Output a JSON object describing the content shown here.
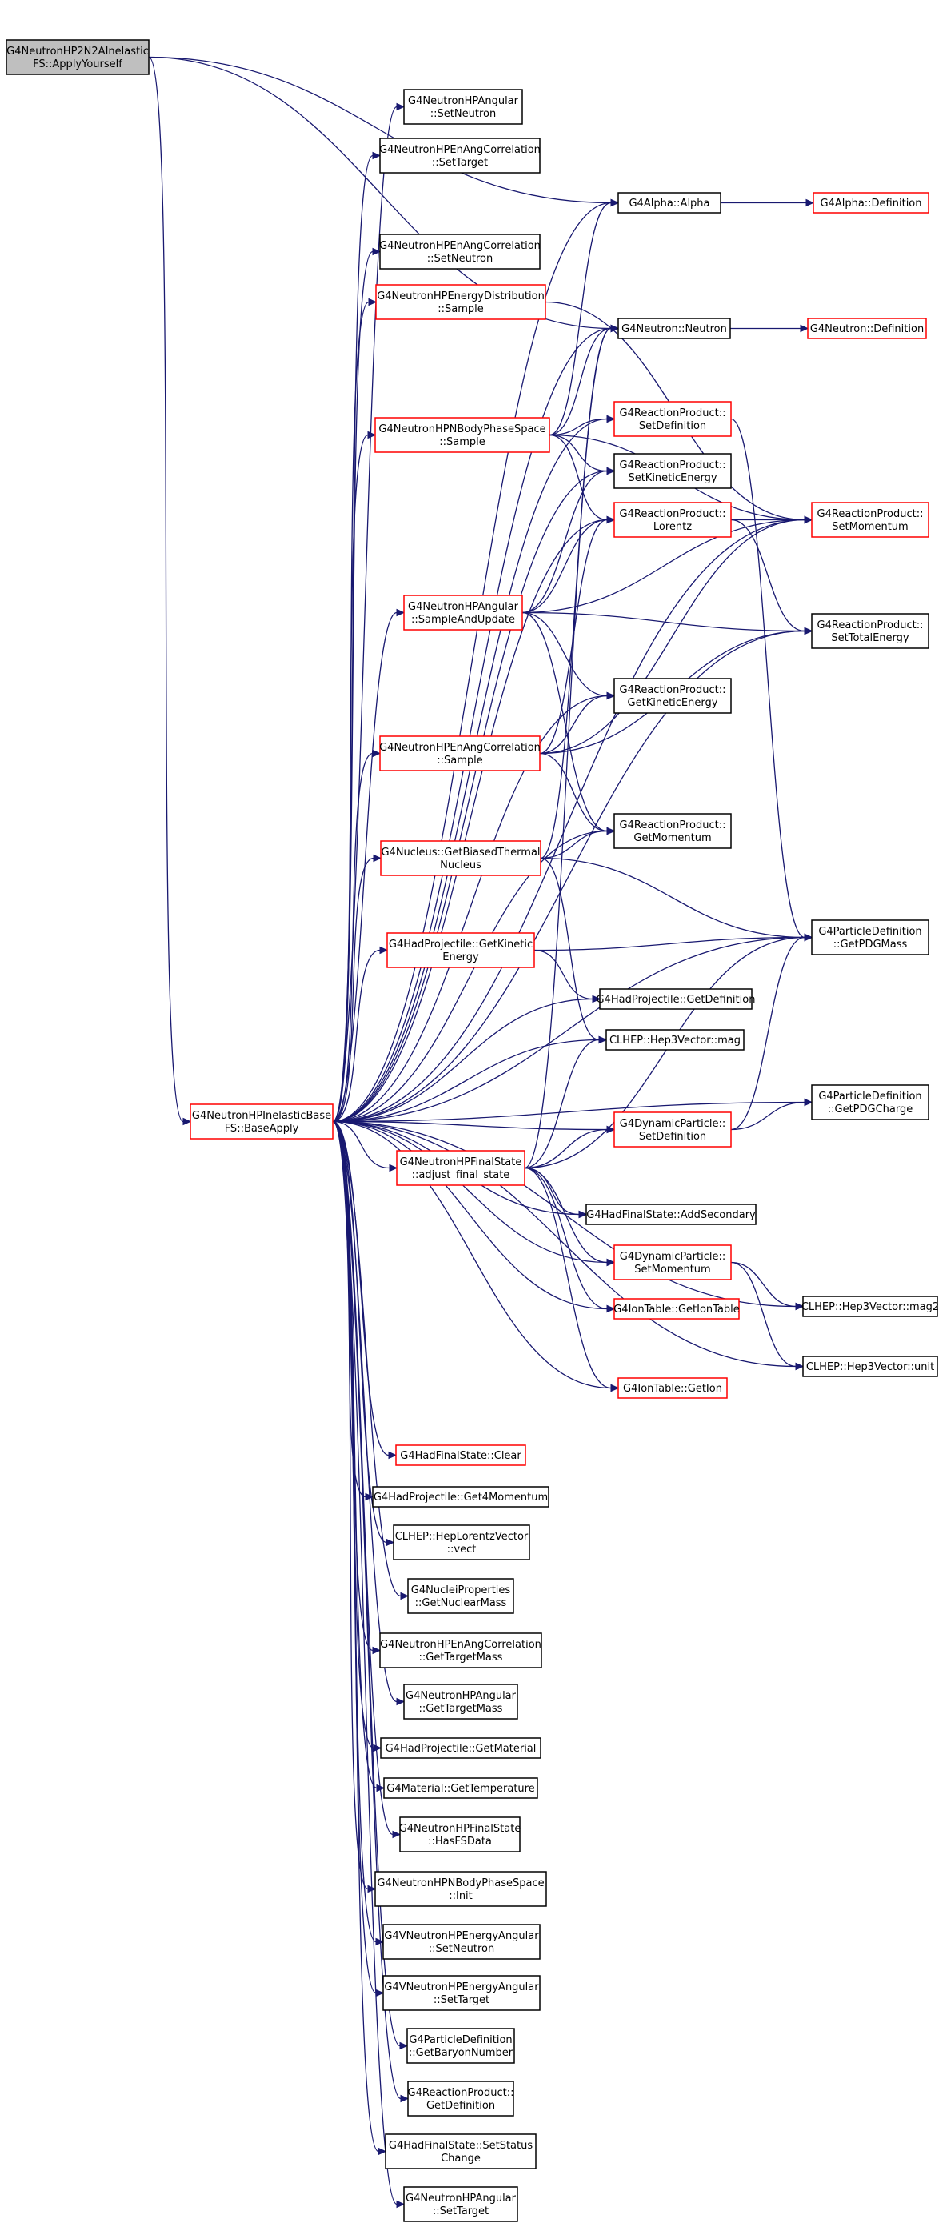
{
  "colors": {
    "edge": "#191970",
    "border_normal": "#000000",
    "border_linked": "#ff0000",
    "fill_root": "#bfbfbf",
    "fill_normal": "#ffffff"
  },
  "nodes": [
    {
      "id": "root",
      "lines": [
        "G4NeutronHP2N2AInelastic",
        "FS::ApplyYourself"
      ],
      "style": "root"
    },
    {
      "id": "base",
      "lines": [
        "G4NeutronHPInelasticBase",
        "FS::BaseApply"
      ],
      "style": "red"
    },
    {
      "id": "hpa_setneutron",
      "lines": [
        "G4NeutronHPAngular",
        "::SetNeutron"
      ],
      "style": "black"
    },
    {
      "id": "enang_settarget",
      "lines": [
        "G4NeutronHPEnAngCorrelation",
        "::SetTarget"
      ],
      "style": "black"
    },
    {
      "id": "alpha",
      "lines": [
        "G4Alpha::Alpha"
      ],
      "style": "black"
    },
    {
      "id": "alpha_def",
      "lines": [
        "G4Alpha::Definition"
      ],
      "style": "red"
    },
    {
      "id": "enang_setneutron",
      "lines": [
        "G4NeutronHPEnAngCorrelation",
        "::SetNeutron"
      ],
      "style": "black"
    },
    {
      "id": "energydist_sample",
      "lines": [
        "G4NeutronHPEnergyDistribution",
        "::Sample"
      ],
      "style": "red"
    },
    {
      "id": "neutron",
      "lines": [
        "G4Neutron::Neutron"
      ],
      "style": "black"
    },
    {
      "id": "neutron_def",
      "lines": [
        "G4Neutron::Definition"
      ],
      "style": "red"
    },
    {
      "id": "nbody_sample",
      "lines": [
        "G4NeutronHPNBodyPhaseSpace",
        "::Sample"
      ],
      "style": "red"
    },
    {
      "id": "rp_setdef",
      "lines": [
        "G4ReactionProduct::",
        "SetDefinition"
      ],
      "style": "red"
    },
    {
      "id": "rp_setkin",
      "lines": [
        "G4ReactionProduct::",
        "SetKineticEnergy"
      ],
      "style": "black"
    },
    {
      "id": "rp_lorentz",
      "lines": [
        "G4ReactionProduct::",
        "Lorentz"
      ],
      "style": "red"
    },
    {
      "id": "rp_setmom",
      "lines": [
        "G4ReactionProduct::",
        "SetMomentum"
      ],
      "style": "red"
    },
    {
      "id": "hpa_sampleupdate",
      "lines": [
        "G4NeutronHPAngular",
        "::SampleAndUpdate"
      ],
      "style": "red"
    },
    {
      "id": "rp_settotal",
      "lines": [
        "G4ReactionProduct::",
        "SetTotalEnergy"
      ],
      "style": "black"
    },
    {
      "id": "rp_getkin",
      "lines": [
        "G4ReactionProduct::",
        "GetKineticEnergy"
      ],
      "style": "black"
    },
    {
      "id": "enang_sample",
      "lines": [
        "G4NeutronHPEnAngCorrelation",
        "::Sample"
      ],
      "style": "red"
    },
    {
      "id": "rp_getmom",
      "lines": [
        "G4ReactionProduct::",
        "GetMomentum"
      ],
      "style": "black"
    },
    {
      "id": "nucleus",
      "lines": [
        "G4Nucleus::GetBiasedThermal",
        "Nucleus"
      ],
      "style": "red"
    },
    {
      "id": "pd_pdgmass",
      "lines": [
        "G4ParticleDefinition",
        "::GetPDGMass"
      ],
      "style": "black"
    },
    {
      "id": "hadproj_getkin",
      "lines": [
        "G4HadProjectile::GetKinetic",
        "Energy"
      ],
      "style": "red"
    },
    {
      "id": "hadproj_getdef",
      "lines": [
        "G4HadProjectile::GetDefinition"
      ],
      "style": "black"
    },
    {
      "id": "hep3_mag",
      "lines": [
        "CLHEP::Hep3Vector::mag"
      ],
      "style": "black"
    },
    {
      "id": "pd_pdgcharge",
      "lines": [
        "G4ParticleDefinition",
        "::GetPDGCharge"
      ],
      "style": "black"
    },
    {
      "id": "dyn_setdef",
      "lines": [
        "G4DynamicParticle::",
        "SetDefinition"
      ],
      "style": "red"
    },
    {
      "id": "fs_adjust",
      "lines": [
        "G4NeutronHPFinalState",
        "::adjust_final_state"
      ],
      "style": "red"
    },
    {
      "id": "hadfs_addsec",
      "lines": [
        "G4HadFinalState::AddSecondary"
      ],
      "style": "black"
    },
    {
      "id": "dyn_setmom",
      "lines": [
        "G4DynamicParticle::",
        "SetMomentum"
      ],
      "style": "red"
    },
    {
      "id": "hep3_mag2",
      "lines": [
        "CLHEP::Hep3Vector::mag2"
      ],
      "style": "black"
    },
    {
      "id": "iontable_get",
      "lines": [
        "G4IonTable::GetIonTable"
      ],
      "style": "red"
    },
    {
      "id": "hep3_unit",
      "lines": [
        "CLHEP::Hep3Vector::unit"
      ],
      "style": "black"
    },
    {
      "id": "iontable_getion",
      "lines": [
        "G4IonTable::GetIon"
      ],
      "style": "red"
    },
    {
      "id": "hadfs_clear",
      "lines": [
        "G4HadFinalState::Clear"
      ],
      "style": "red"
    },
    {
      "id": "hadproj_get4mom",
      "lines": [
        "G4HadProjectile::Get4Momentum"
      ],
      "style": "black"
    },
    {
      "id": "lorentz_vect",
      "lines": [
        "CLHEP::HepLorentzVector",
        "::vect"
      ],
      "style": "black"
    },
    {
      "id": "nuclei_mass",
      "lines": [
        "G4NucleiProperties",
        "::GetNuclearMass"
      ],
      "style": "black"
    },
    {
      "id": "enang_gettargetmass",
      "lines": [
        "G4NeutronHPEnAngCorrelation",
        "::GetTargetMass"
      ],
      "style": "black"
    },
    {
      "id": "hpa_gettargetmass",
      "lines": [
        "G4NeutronHPAngular",
        "::GetTargetMass"
      ],
      "style": "black"
    },
    {
      "id": "hadproj_getmat",
      "lines": [
        "G4HadProjectile::GetMaterial"
      ],
      "style": "black"
    },
    {
      "id": "mat_gettemp",
      "lines": [
        "G4Material::GetTemperature"
      ],
      "style": "black"
    },
    {
      "id": "fs_hasdata",
      "lines": [
        "G4NeutronHPFinalState",
        "::HasFSData"
      ],
      "style": "black"
    },
    {
      "id": "nbody_init",
      "lines": [
        "G4NeutronHPNBodyPhaseSpace",
        "::Init"
      ],
      "style": "black"
    },
    {
      "id": "vea_setneutron",
      "lines": [
        "G4VNeutronHPEnergyAngular",
        "::SetNeutron"
      ],
      "style": "black"
    },
    {
      "id": "vea_settarget",
      "lines": [
        "G4VNeutronHPEnergyAngular",
        "::SetTarget"
      ],
      "style": "black"
    },
    {
      "id": "pd_baryon",
      "lines": [
        "G4ParticleDefinition",
        "::GetBaryonNumber"
      ],
      "style": "black"
    },
    {
      "id": "rp_getdef",
      "lines": [
        "G4ReactionProduct::",
        "GetDefinition"
      ],
      "style": "black"
    },
    {
      "id": "hadfs_setstatus",
      "lines": [
        "G4HadFinalState::SetStatus",
        "Change"
      ],
      "style": "black"
    },
    {
      "id": "hpa_settarget",
      "lines": [
        "G4NeutronHPAngular",
        "::SetTarget"
      ],
      "style": "black"
    }
  ],
  "edges": [
    [
      "root",
      "base"
    ],
    [
      "root",
      "alpha"
    ],
    [
      "root",
      "neutron"
    ],
    [
      "alpha",
      "alpha_def"
    ],
    [
      "neutron",
      "neutron_def"
    ],
    [
      "base",
      "hpa_setneutron"
    ],
    [
      "base",
      "enang_settarget"
    ],
    [
      "base",
      "alpha"
    ],
    [
      "base",
      "enang_setneutron"
    ],
    [
      "base",
      "energydist_sample"
    ],
    [
      "base",
      "neutron"
    ],
    [
      "base",
      "nbody_sample"
    ],
    [
      "base",
      "rp_setdef"
    ],
    [
      "base",
      "rp_setkin"
    ],
    [
      "base",
      "rp_lorentz"
    ],
    [
      "base",
      "rp_setmom"
    ],
    [
      "base",
      "hpa_sampleupdate"
    ],
    [
      "base",
      "rp_settotal"
    ],
    [
      "base",
      "rp_getkin"
    ],
    [
      "base",
      "enang_sample"
    ],
    [
      "base",
      "rp_getmom"
    ],
    [
      "base",
      "nucleus"
    ],
    [
      "base",
      "pd_pdgmass"
    ],
    [
      "base",
      "hadproj_getkin"
    ],
    [
      "base",
      "hadproj_getdef"
    ],
    [
      "base",
      "hep3_mag"
    ],
    [
      "base",
      "pd_pdgcharge"
    ],
    [
      "base",
      "dyn_setdef"
    ],
    [
      "base",
      "fs_adjust"
    ],
    [
      "base",
      "hadfs_addsec"
    ],
    [
      "base",
      "dyn_setmom"
    ],
    [
      "base",
      "hep3_mag2"
    ],
    [
      "base",
      "iontable_get"
    ],
    [
      "base",
      "hep3_unit"
    ],
    [
      "base",
      "iontable_getion"
    ],
    [
      "base",
      "hadfs_clear"
    ],
    [
      "base",
      "hadproj_get4mom"
    ],
    [
      "base",
      "lorentz_vect"
    ],
    [
      "base",
      "nuclei_mass"
    ],
    [
      "base",
      "enang_gettargetmass"
    ],
    [
      "base",
      "hpa_gettargetmass"
    ],
    [
      "base",
      "hadproj_getmat"
    ],
    [
      "base",
      "mat_gettemp"
    ],
    [
      "base",
      "fs_hasdata"
    ],
    [
      "base",
      "nbody_init"
    ],
    [
      "base",
      "vea_setneutron"
    ],
    [
      "base",
      "vea_settarget"
    ],
    [
      "base",
      "pd_baryon"
    ],
    [
      "base",
      "rp_getdef"
    ],
    [
      "base",
      "hadfs_setstatus"
    ],
    [
      "base",
      "hpa_settarget"
    ],
    [
      "nbody_sample",
      "alpha"
    ],
    [
      "nbody_sample",
      "neutron"
    ],
    [
      "nbody_sample",
      "rp_setdef"
    ],
    [
      "nbody_sample",
      "rp_setkin"
    ],
    [
      "nbody_sample",
      "rp_lorentz"
    ],
    [
      "nbody_sample",
      "rp_setmom"
    ],
    [
      "energydist_sample",
      "rp_setmom"
    ],
    [
      "rp_setdef",
      "pd_pdgmass"
    ],
    [
      "rp_lorentz",
      "rp_setmom"
    ],
    [
      "rp_lorentz",
      "rp_settotal"
    ],
    [
      "hpa_sampleupdate",
      "rp_setkin"
    ],
    [
      "hpa_sampleupdate",
      "rp_lorentz"
    ],
    [
      "hpa_sampleupdate",
      "rp_setmom"
    ],
    [
      "hpa_sampleupdate",
      "rp_settotal"
    ],
    [
      "hpa_sampleupdate",
      "rp_getkin"
    ],
    [
      "hpa_sampleupdate",
      "rp_getmom"
    ],
    [
      "enang_sample",
      "rp_getkin"
    ],
    [
      "enang_sample",
      "rp_getmom"
    ],
    [
      "enang_sample",
      "rp_setmom"
    ],
    [
      "enang_sample",
      "rp_settotal"
    ],
    [
      "enang_sample",
      "rp_lorentz"
    ],
    [
      "nucleus",
      "neutron"
    ],
    [
      "nucleus",
      "rp_getmom"
    ],
    [
      "nucleus",
      "pd_pdgmass"
    ],
    [
      "nucleus",
      "hep3_mag"
    ],
    [
      "hadproj_getkin",
      "pd_pdgmass"
    ],
    [
      "hadproj_getkin",
      "hadproj_getdef"
    ],
    [
      "dyn_setdef",
      "pd_pdgmass"
    ],
    [
      "dyn_setdef",
      "pd_pdgcharge"
    ],
    [
      "dyn_setmom",
      "hep3_mag2"
    ],
    [
      "dyn_setmom",
      "hep3_unit"
    ],
    [
      "fs_adjust",
      "neutron"
    ],
    [
      "fs_adjust",
      "hep3_mag"
    ],
    [
      "fs_adjust",
      "dyn_setdef"
    ],
    [
      "fs_adjust",
      "hadfs_addsec"
    ],
    [
      "fs_adjust",
      "dyn_setmom"
    ],
    [
      "fs_adjust",
      "iontable_get"
    ],
    [
      "fs_adjust",
      "iontable_getion"
    ],
    [
      "fs_adjust",
      "pd_pdgmass"
    ]
  ]
}
